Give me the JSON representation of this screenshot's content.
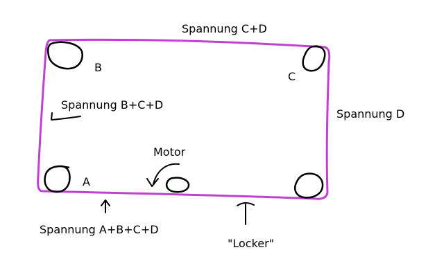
{
  "colors": {
    "frame": "#c040d0",
    "ink": "#000000",
    "background": "#ffffff"
  },
  "labels": {
    "top_frame": "Spannung C+D",
    "left_frame": "Spannung B+C+D",
    "right_frame": "Spannung D",
    "bottom_frame": "Spannung A+B+C+D",
    "motor": "Motor",
    "locker": "\"Locker\"",
    "corner_a": "A",
    "corner_b": "B",
    "corner_c": "C"
  }
}
